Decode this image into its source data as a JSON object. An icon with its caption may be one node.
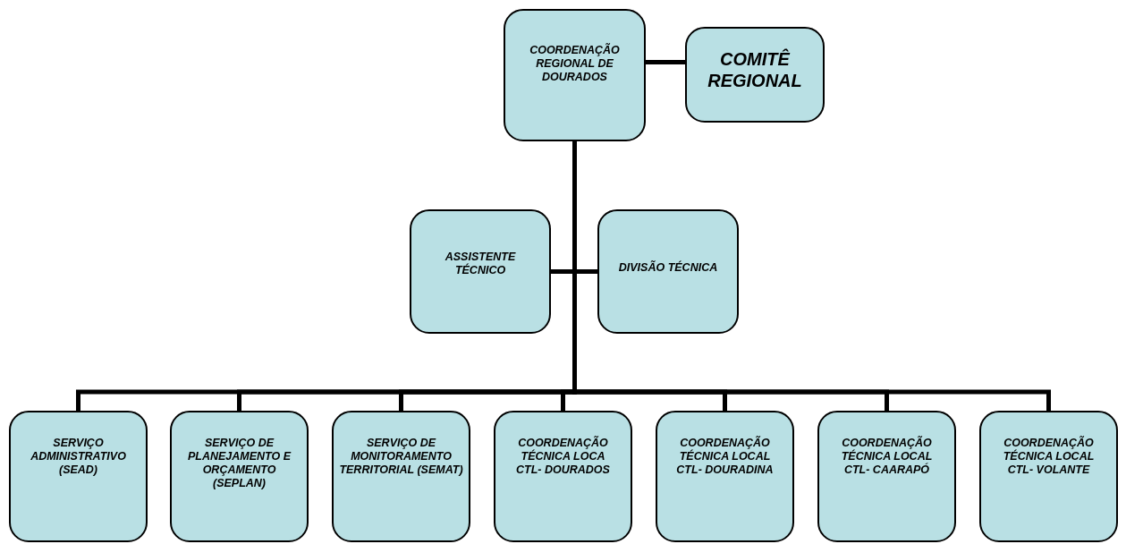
{
  "diagram": {
    "nodes": [
      {
        "text": [
          "COORDENAÇÃO REGIONAL DE DOURADOS"
        ]
      },
      {
        "text": [
          "COMITÊ REGIONAL"
        ]
      },
      {
        "text": [
          "ASSISTENTE TÉCNICO"
        ]
      },
      {
        "text": [
          "DIVISÃO TÉCNICA"
        ]
      },
      {
        "text": [
          "SERVIÇO ADMINISTRATIVO (SEAD)"
        ]
      },
      {
        "text": [
          "SERVIÇO DE PLANEJAMENTO E ORÇAMENTO (SEPLAN)"
        ]
      },
      {
        "text": [
          "SERVIÇO DE MONITORAMENTO TERRITORIAL (SEMAT)"
        ]
      },
      {
        "text": [
          "COORDENAÇÃO TÉCNICA LOCA CTL- DOURADOS"
        ]
      },
      {
        "text": [
          "COORDENAÇÃO TÉCNICA LOCAL CTL- DOURADINA"
        ]
      },
      {
        "text": [
          "COORDENAÇÃO TÉCNICA LOCAL CTL- CAARAPÓ"
        ]
      },
      {
        "text": [
          "COORDENAÇÃO TÉCNICA LOCAL CTL- VOLANTE"
        ]
      }
    ],
    "edges": [
      {
        "from": 0,
        "to": 1,
        "arrow": "none"
      },
      {
        "from": 0,
        "to": 2,
        "arrow": "none"
      },
      {
        "from": 0,
        "to": 3,
        "arrow": "none"
      },
      {
        "from": 0,
        "to": 4,
        "arrow": "none"
      },
      {
        "from": 0,
        "to": 5,
        "arrow": "none"
      },
      {
        "from": 0,
        "to": 6,
        "arrow": "none"
      },
      {
        "from": 0,
        "to": 7,
        "arrow": "none"
      },
      {
        "from": 0,
        "to": 8,
        "arrow": "none"
      },
      {
        "from": 0,
        "to": 9,
        "arrow": "none"
      },
      {
        "from": 0,
        "to": 10,
        "arrow": "none"
      }
    ]
  }
}
